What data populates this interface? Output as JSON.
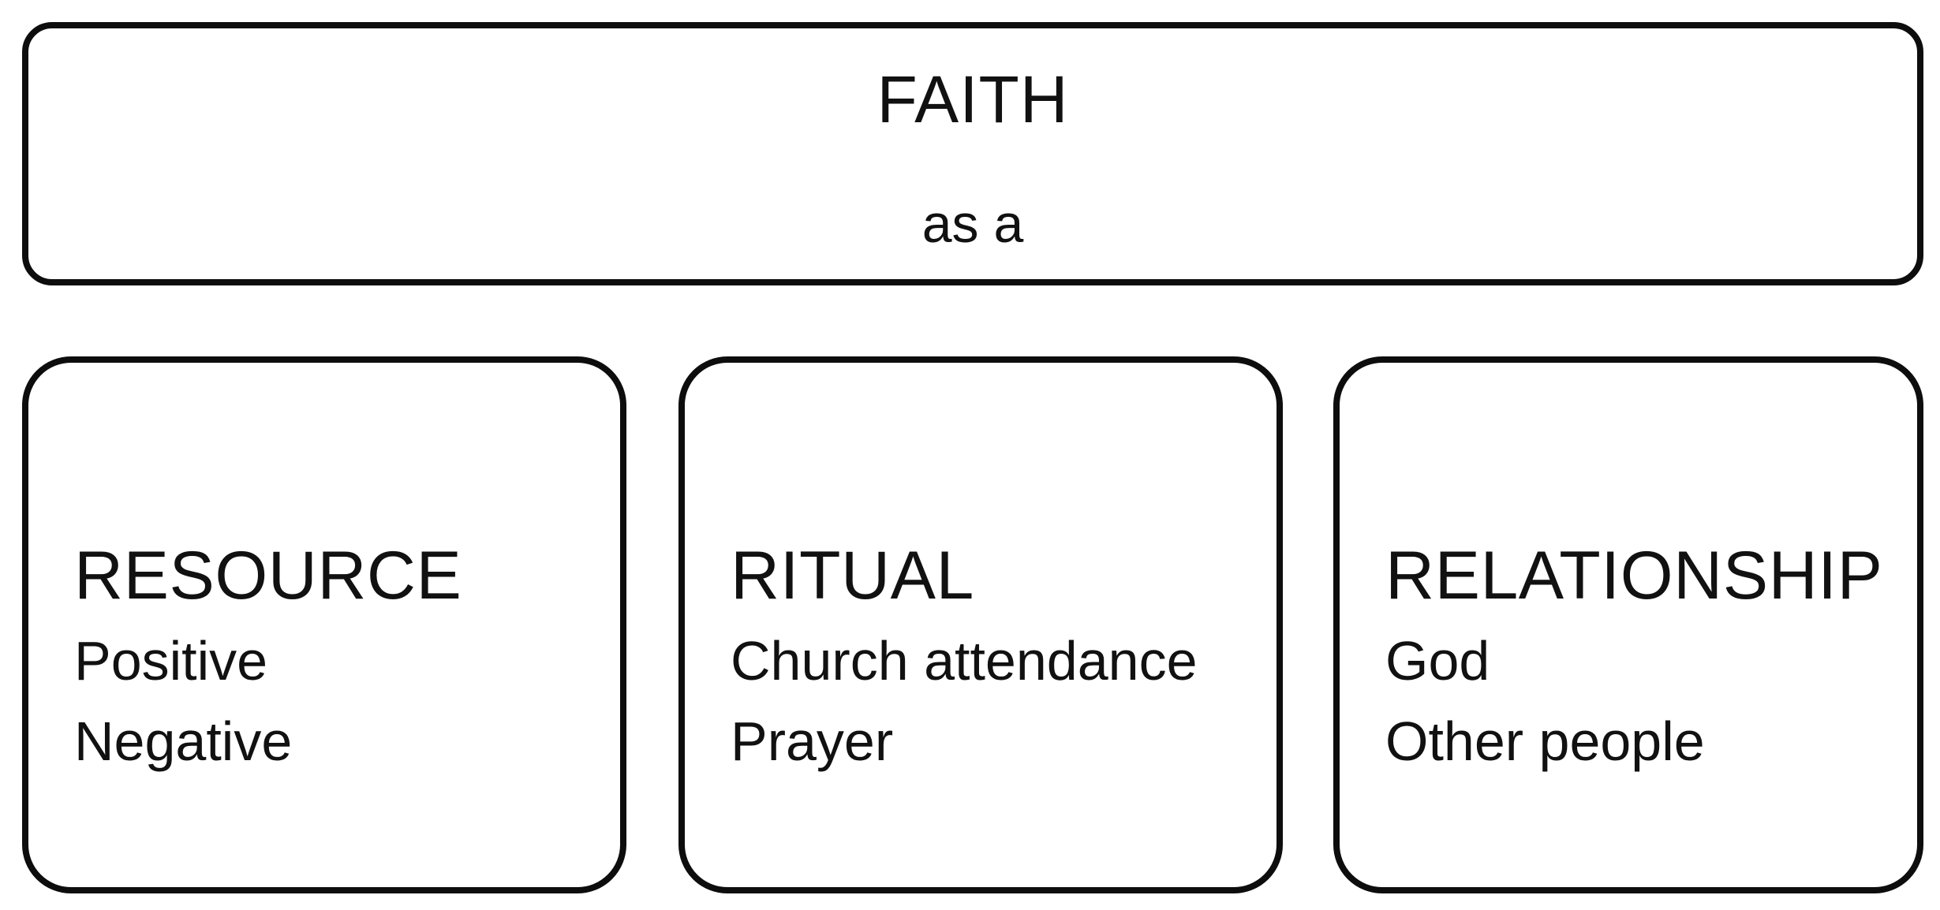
{
  "diagram": {
    "top_box": {
      "title": "FAITH",
      "subtitle": "as a"
    },
    "categories": [
      {
        "title": "RESOURCE",
        "items": [
          "Positive",
          "Negative"
        ]
      },
      {
        "title": "RITUAL",
        "items": [
          "Church attendance",
          "Prayer"
        ]
      },
      {
        "title": "RELATIONSHIP",
        "items": [
          "God",
          "Other people"
        ]
      }
    ],
    "colors": {
      "border": "#0d0d0d",
      "background": "#ffffff",
      "text": "#111111"
    }
  }
}
